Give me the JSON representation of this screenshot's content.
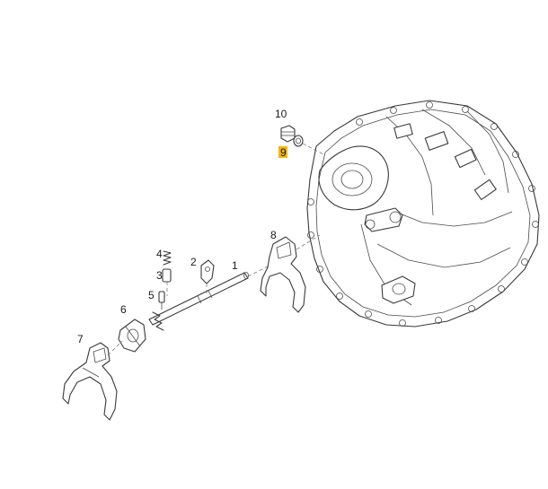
{
  "diagram": {
    "callouts": [
      {
        "id": "c1",
        "text": "1"
      },
      {
        "id": "c2",
        "text": "2"
      },
      {
        "id": "c3",
        "text": "3"
      },
      {
        "id": "c4",
        "text": "4"
      },
      {
        "id": "c5",
        "text": "5"
      },
      {
        "id": "c6",
        "text": "6"
      },
      {
        "id": "c7",
        "text": "7"
      },
      {
        "id": "c8",
        "text": "8"
      },
      {
        "id": "c9",
        "text": "9",
        "highlight": "#f2b705"
      },
      {
        "id": "c10",
        "text": "10"
      }
    ]
  }
}
